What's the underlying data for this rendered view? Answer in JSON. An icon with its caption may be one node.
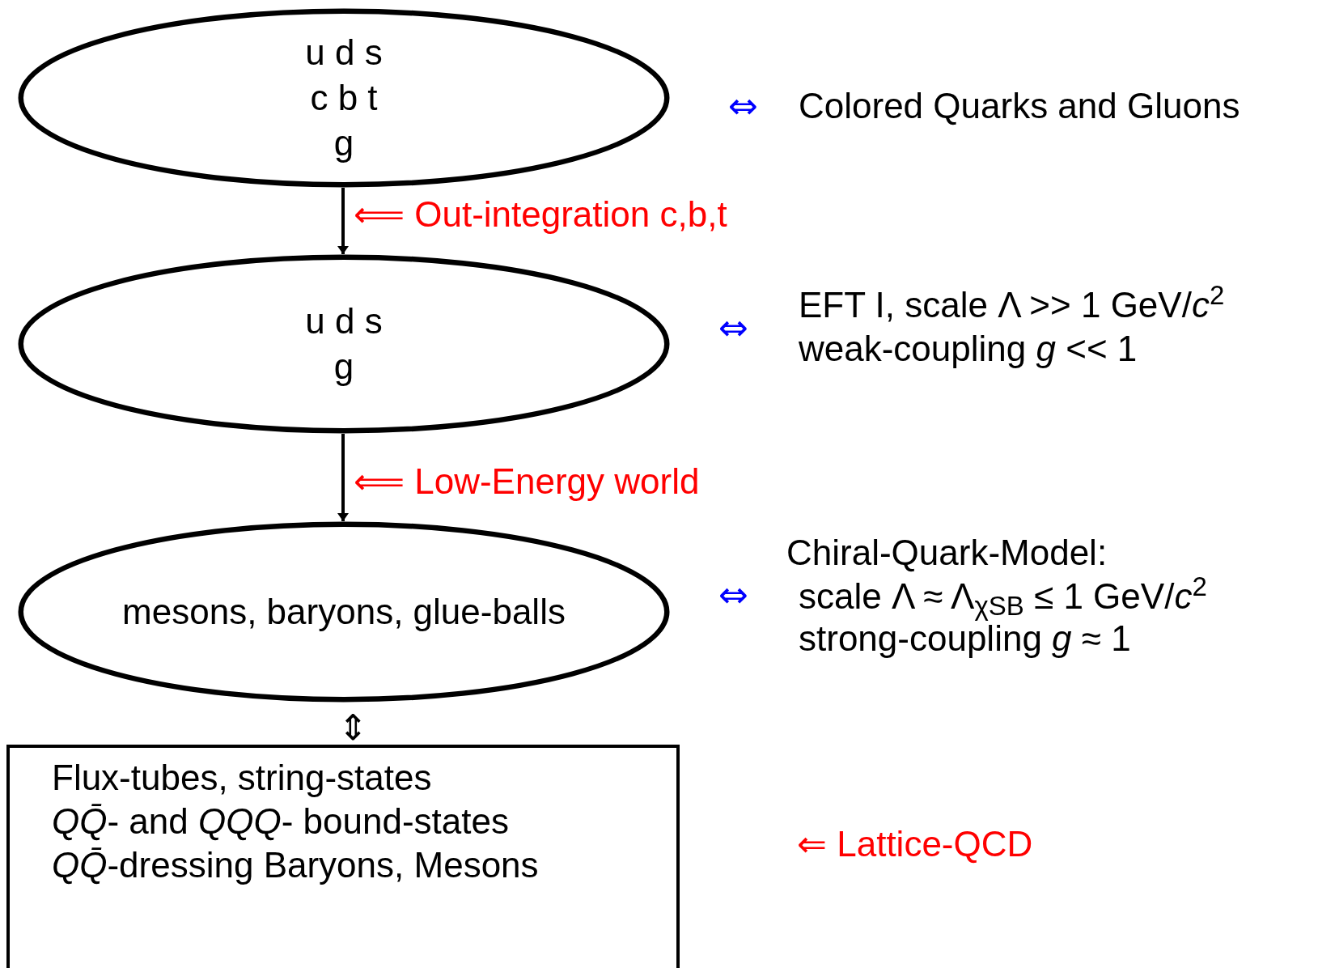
{
  "diagram": {
    "nodes": [
      {
        "text": [
          "u d s",
          "c b t",
          "g"
        ]
      },
      {
        "text": [
          "u d s",
          "g"
        ]
      },
      {
        "text": [
          "mesons, baryons, glue-balls"
        ]
      },
      {
        "text": [
          "Flux-tubes, string-states",
          "*QQ̄*- and *QQQ*- bound-states",
          "*QQ̄*-dressing Baryons, Mesons"
        ]
      }
    ],
    "edges": [
      {
        "from": 0,
        "to": 1,
        "arrow": "to"
      },
      {
        "from": 1,
        "to": 2,
        "arrow": "to"
      }
    ],
    "labels": [
      "⇔",
      "Colored Quarks and Gluons",
      "⟸ Out-integration c,b,t",
      "⇔",
      "EFT I, scale Λ >> 1 GeV/*c*$^{2}$",
      "weak-coupling *g* << 1",
      "⟸ Low-Energy world",
      "Chiral-Quark-Model:",
      "⇔",
      "scale Λ ≈ Λ$_{χSB}$ ≤ 1 GeV/*c*$^{2}$",
      "strong-coupling *g* ≈ 1",
      "⇕",
      "⇐ Lattice-QCD"
    ]
  }
}
